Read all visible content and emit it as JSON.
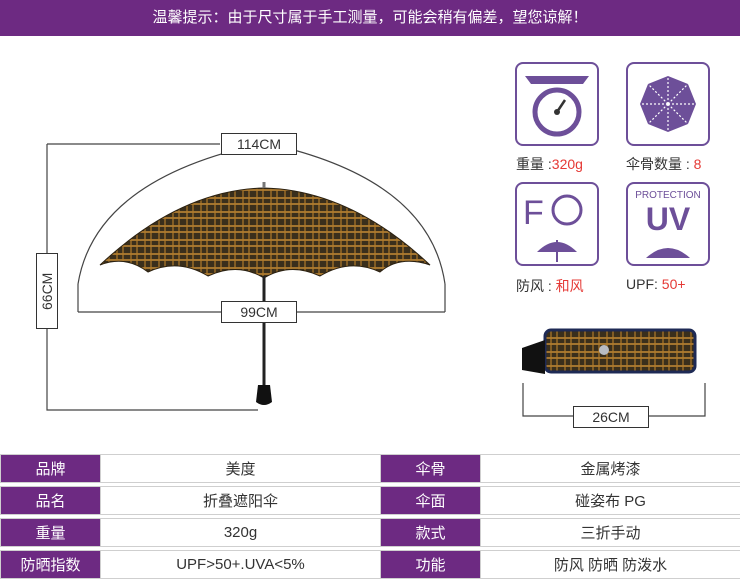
{
  "banner": {
    "text": "温馨提示：由于尺寸属于手工测量，可能会稍有偏差，望您谅解！"
  },
  "dimensions": {
    "top_width": "114CM",
    "span_width": "99CM",
    "height": "66CM",
    "folded_length": "26CM"
  },
  "features": [
    {
      "icon": "scale-icon",
      "label": "重量 :",
      "value": "320g"
    },
    {
      "icon": "umbrella-ribs-icon",
      "label": "伞骨数量 : ",
      "value": "8"
    },
    {
      "icon": "windproof-icon",
      "label": "防风 : ",
      "value": "和风"
    },
    {
      "icon": "uv-protection-icon",
      "label": "UPF: ",
      "value": "50+"
    }
  ],
  "icon_text": {
    "uv_top": "PROTECTION",
    "uv_main": "UV",
    "wind_letter": "F"
  },
  "specs": [
    {
      "k1": "品牌",
      "v1": "美度",
      "k2": "伞骨",
      "v2": "金属烤漆"
    },
    {
      "k1": "品名",
      "v1": "折叠遮阳伞",
      "k2": "伞面",
      "v2": "碰姿布 PG"
    },
    {
      "k1": "重量",
      "v1": "320g",
      "k2": "款式",
      "v2": "三折手动"
    },
    {
      "k1": "防晒指数",
      "v1": "UPF>50+.UVA<5%",
      "k2": "功能",
      "v2": "防风 防晒 防泼水"
    }
  ],
  "colors": {
    "brand_purple": "#6d2a82",
    "accent_red": "#e53935",
    "icon_purple": "#6d4f99"
  }
}
